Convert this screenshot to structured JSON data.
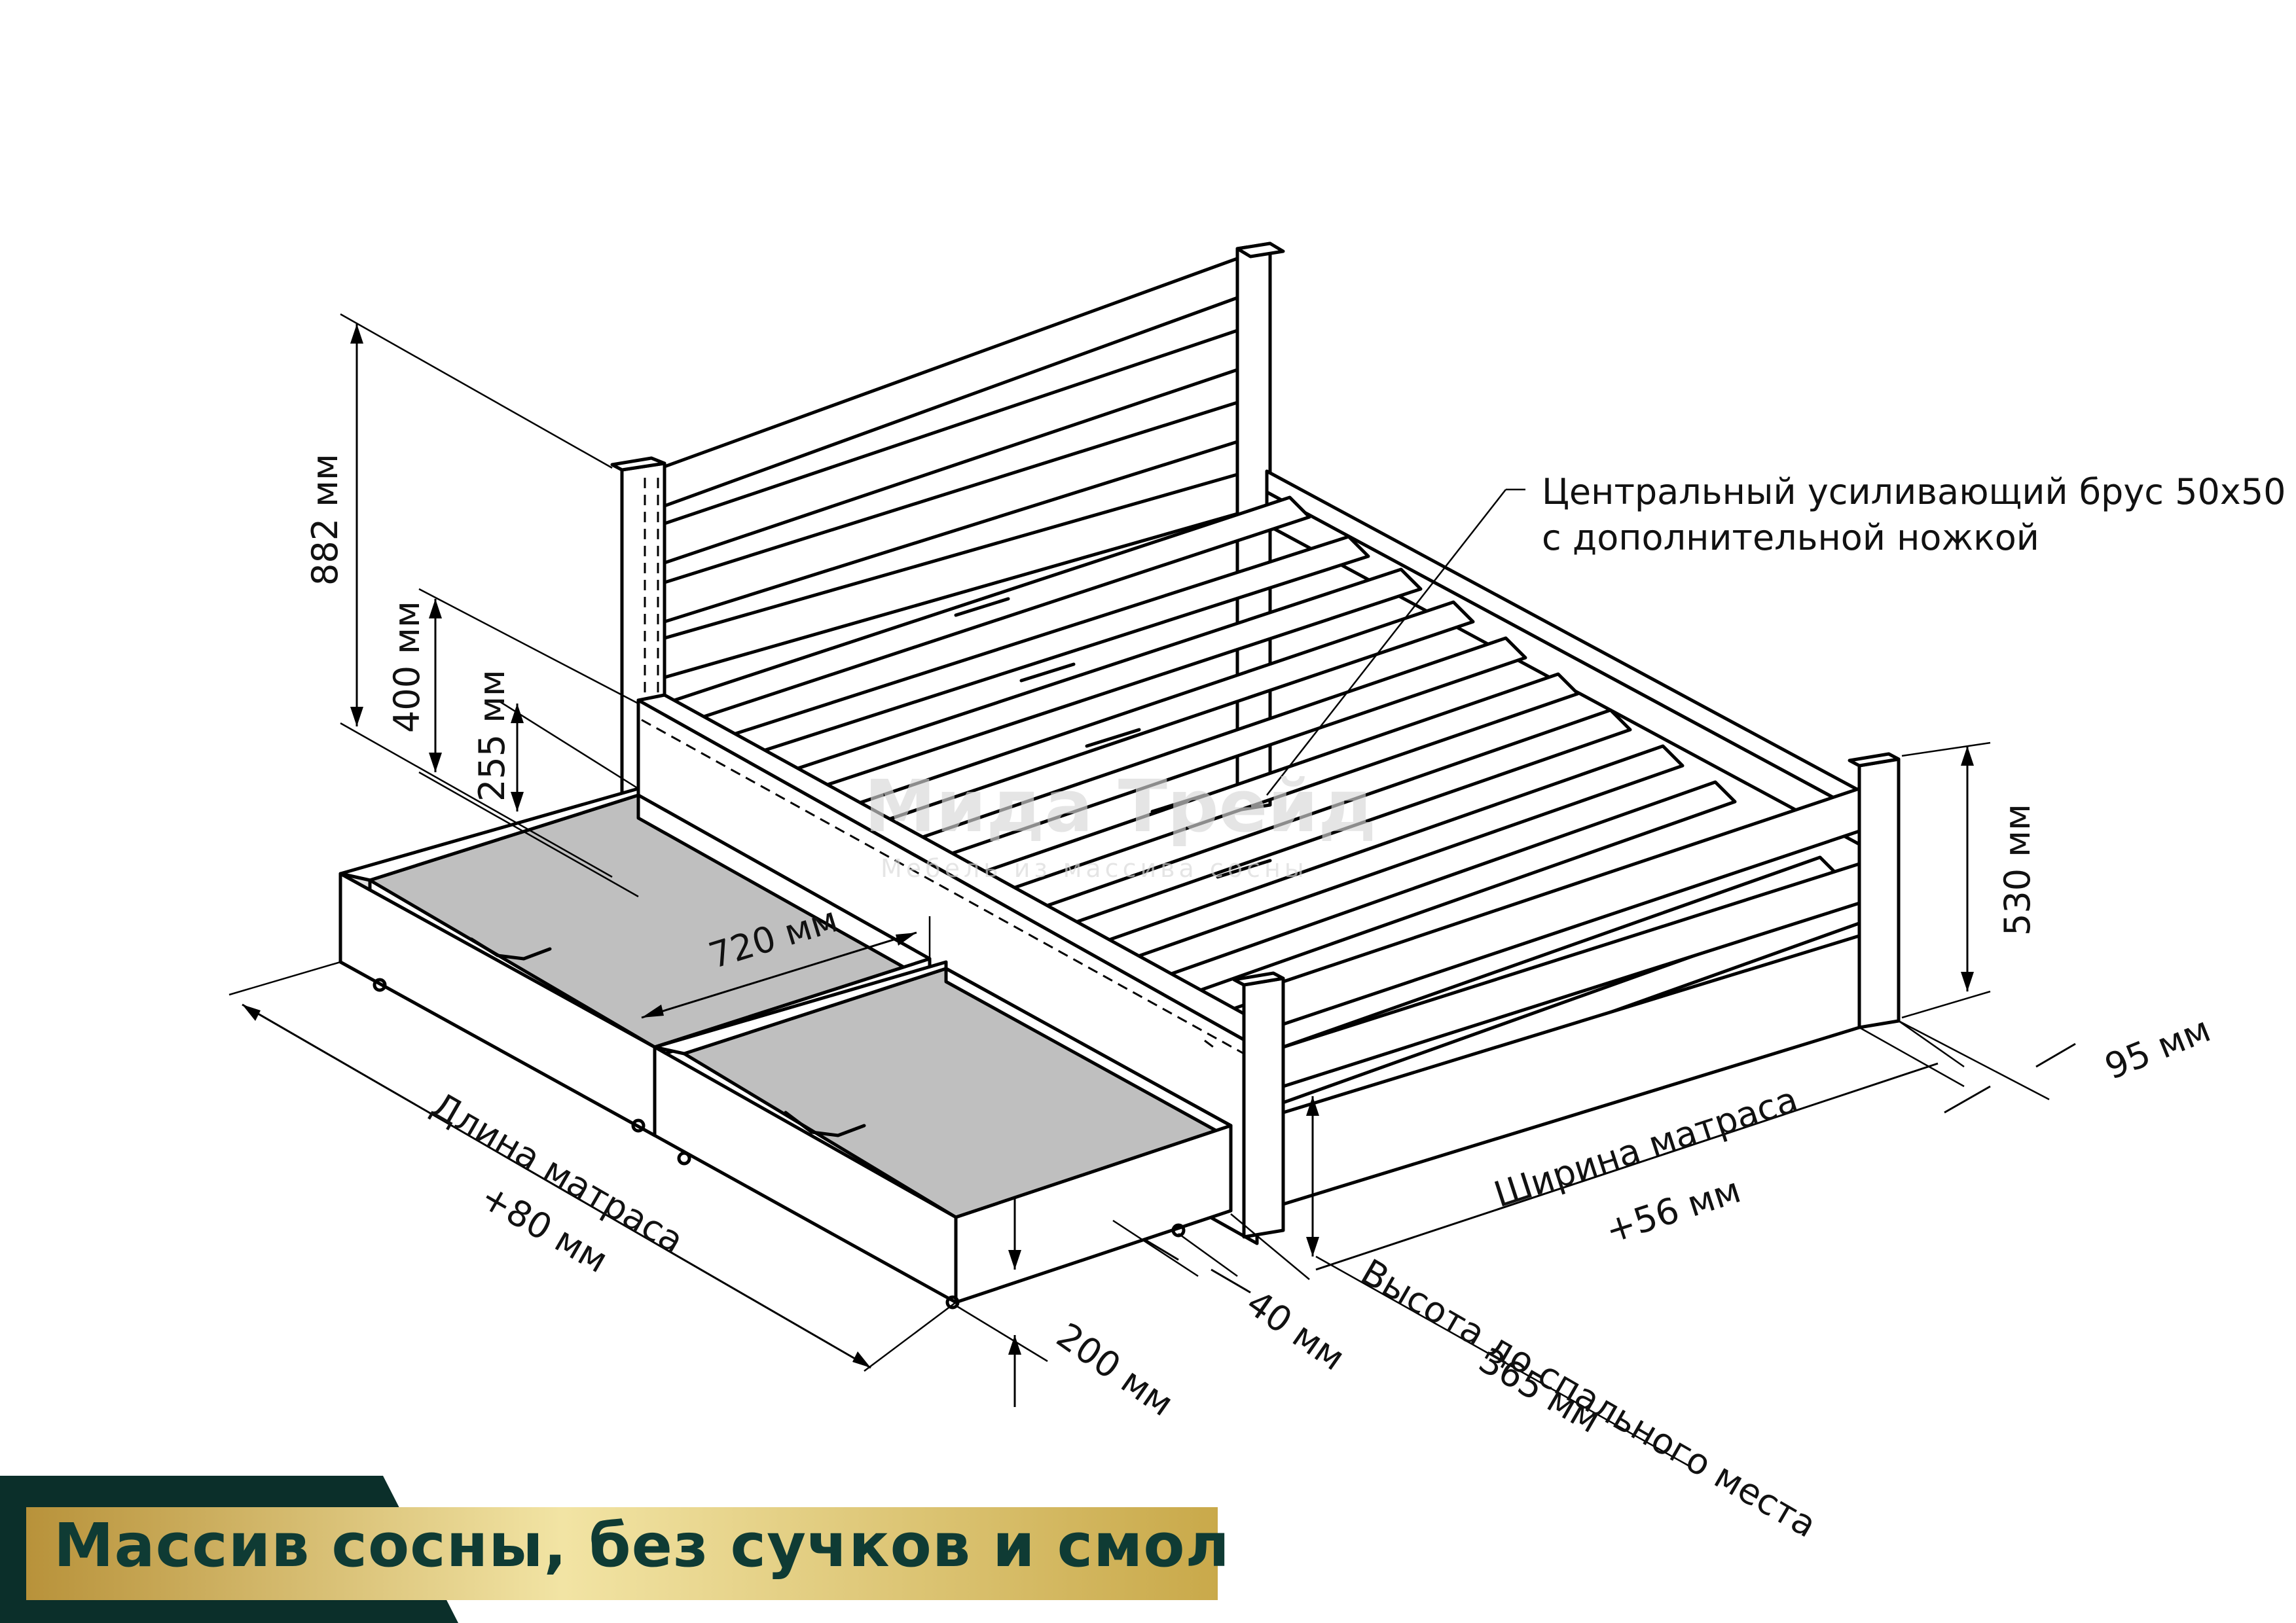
{
  "labels": {
    "headboard_height": "882 мм",
    "side_height": "400 мм",
    "drawer_clearance": "255 мм",
    "drawer_depth": "720 мм",
    "footboard_height": "530 мм",
    "leg_width": "95 мм",
    "center_beam_line1": "Центральный усиливающий брус 50х50",
    "center_beam_line2": "с дополнительной ножкой",
    "length_line1": "Длина матраса",
    "length_line2": "+80 мм",
    "width_line1": "Ширина матраса",
    "width_line2": "+56 мм",
    "drawer_gap": "40 мм",
    "drawer_height": "200 мм",
    "sleep_height_line1": "Высота до спального места",
    "sleep_height_line2": "365 мм"
  },
  "watermark": {
    "brand": "Мида Трейд",
    "tagline": "Мебель из массива сосны"
  },
  "banner": {
    "text": "Массив сосны, без сучков и смол",
    "colors": {
      "dark": "#0b2f2a",
      "gold": "#c9a94a",
      "gold_light": "#f2e4a4",
      "text": "#0f3b34"
    }
  }
}
